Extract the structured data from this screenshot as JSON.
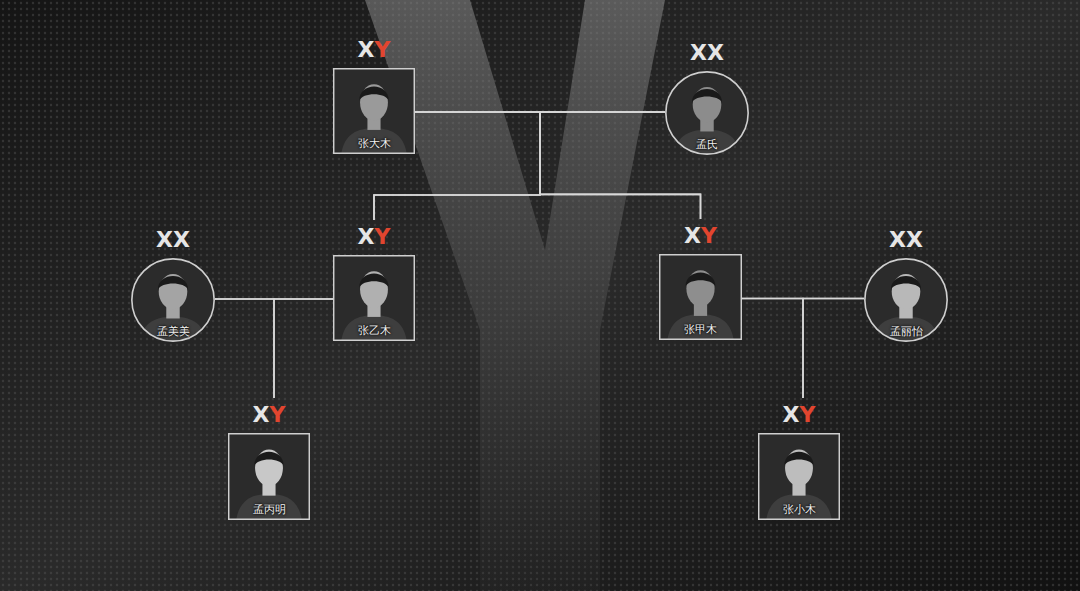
{
  "diagram": {
    "nodes": [
      {
        "text": [
          "X",
          "Y",
          "张大木"
        ]
      },
      {
        "text": [
          "X",
          "X",
          "孟氏"
        ]
      },
      {
        "text": [
          "X",
          "X",
          "孟美美"
        ]
      },
      {
        "text": [
          "X",
          "Y",
          "张乙木"
        ]
      },
      {
        "text": [
          "X",
          "Y",
          "张甲木"
        ]
      },
      {
        "text": [
          "X",
          "X",
          "孟丽怡"
        ]
      },
      {
        "text": [
          "X",
          "Y",
          "孟丙明"
        ]
      },
      {
        "text": [
          "X",
          "Y",
          "张小木"
        ]
      }
    ],
    "edges": [
      {
        "from": 0,
        "to": 1,
        "arrow": "none"
      },
      {
        "from": 0,
        "to": 3,
        "arrow": "none"
      },
      {
        "from": 1,
        "to": 3,
        "arrow": "none"
      },
      {
        "from": 0,
        "to": 4,
        "arrow": "none"
      },
      {
        "from": 1,
        "to": 4,
        "arrow": "none"
      },
      {
        "from": 2,
        "to": 3,
        "arrow": "none"
      },
      {
        "from": 2,
        "to": 6,
        "arrow": "none"
      },
      {
        "from": 3,
        "to": 6,
        "arrow": "none"
      },
      {
        "from": 4,
        "to": 5,
        "arrow": "none"
      },
      {
        "from": 4,
        "to": 7,
        "arrow": "none"
      },
      {
        "from": 5,
        "to": 7,
        "arrow": "none"
      }
    ]
  }
}
